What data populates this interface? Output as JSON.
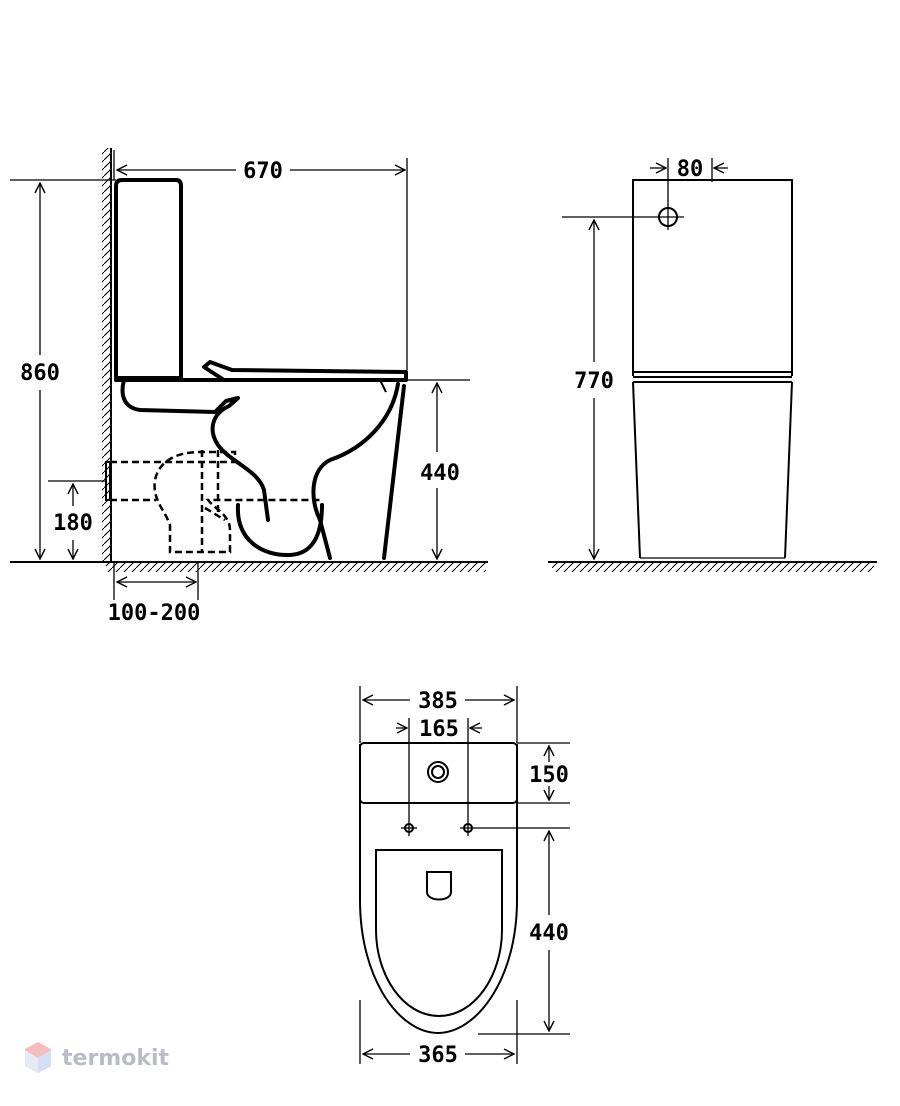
{
  "colors": {
    "line": "#000000",
    "background": "#ffffff",
    "watermark": "#b9bcc4",
    "logo_accent": "#f2a7a7"
  },
  "side_view": {
    "width": "670",
    "total_height": "860",
    "seat_height": "440",
    "outlet_height": "180",
    "wall_offset": "100-200"
  },
  "back_view": {
    "inlet_offset": "80",
    "inlet_height": "770"
  },
  "top_view": {
    "width": "385",
    "bolt_spacing": "165",
    "tank_depth": "150",
    "bowl_length": "440",
    "base_width": "365"
  },
  "watermark": {
    "text": "termokit",
    "icon": "cube-logo-icon"
  }
}
